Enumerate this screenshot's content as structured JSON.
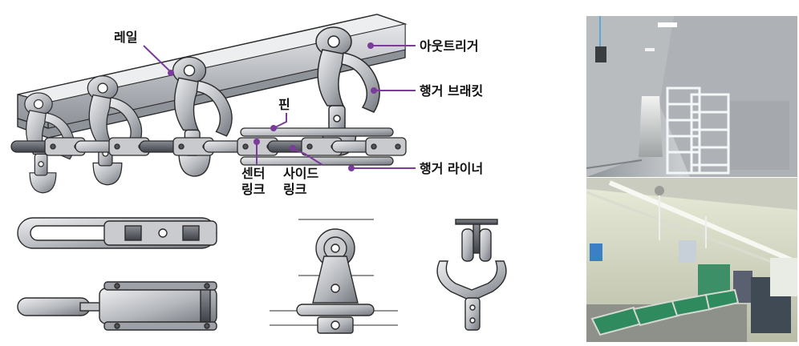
{
  "diagram": {
    "labels": {
      "rail": "레일",
      "outrigger": "아웃트리거",
      "hanger_bracket": "행거 브래킷",
      "pin": "핀",
      "center_link": "센터\n링크",
      "side_link": "사이드\n링크",
      "hanger_liner": "행거 라이너"
    },
    "colors": {
      "leader": "#7a3c9a",
      "metal_light": "#d9dadd",
      "metal_mid": "#a7aab0",
      "metal_dark": "#5c6068",
      "outline": "#2b2b2b"
    }
  },
  "photos": {
    "top": {
      "name": "overhead conveyor corridor photo"
    },
    "bottom": {
      "name": "conveyor workshop photo"
    }
  }
}
